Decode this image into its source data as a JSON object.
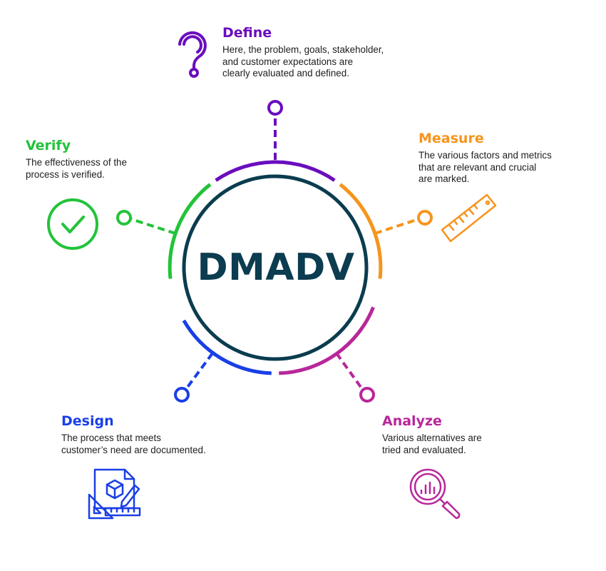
{
  "center": {
    "label": "DMADV",
    "color": "#0b3c4f"
  },
  "stages": {
    "define": {
      "title": "Define",
      "color": "#6a0dbe",
      "icon": "question-mark-icon",
      "lines": [
        "Here, the problem, goals, stakeholder,",
        "and customer expectations are",
        "clearly evaluated and defined."
      ]
    },
    "measure": {
      "title": "Measure",
      "color": "#f7941d",
      "icon": "ruler-icon",
      "lines": [
        "The various factors and metrics",
        "that are relevant and crucial",
        "are marked."
      ]
    },
    "analyze": {
      "title": "Analyze",
      "color": "#b8279a",
      "icon": "magnifier-chart-icon",
      "lines": [
        "Various alternatives are",
        "tried and evaluated."
      ]
    },
    "design": {
      "title": "Design",
      "color": "#1a3fe6",
      "icon": "blueprint-icon",
      "lines": [
        "The process that meets",
        "customer’s need are documented."
      ]
    },
    "verify": {
      "title": "Verify",
      "color": "#22c339",
      "icon": "check-circle-icon",
      "lines": [
        "The effectiveness of the",
        "process is verified."
      ]
    }
  }
}
